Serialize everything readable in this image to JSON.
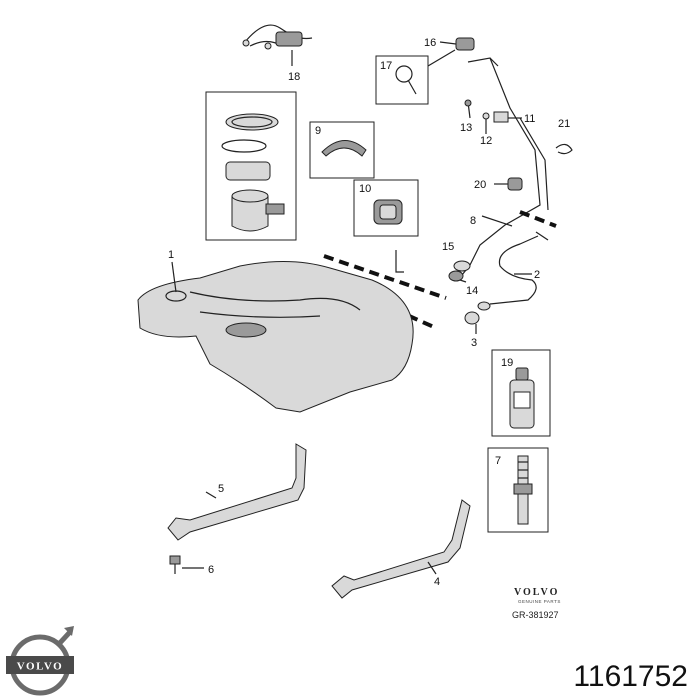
{
  "callouts": {
    "c1": "1",
    "c2": "2",
    "c3": "3",
    "c4": "4",
    "c5": "5",
    "c6": "6",
    "c7": "7",
    "c8": "8",
    "c9": "9",
    "c10": "10",
    "c11": "11",
    "c12": "12",
    "c13": "13",
    "c14": "14",
    "c15": "15",
    "c16": "16",
    "c17": "17",
    "c18": "18",
    "c19": "19",
    "c20": "20",
    "c21": "21"
  },
  "brand": {
    "wordmark": "VOLVO",
    "subtitle": "GENUINE PARTS",
    "diagram_code": "GR-381927"
  },
  "corner_logo": {
    "wordmark": "VOLVO"
  },
  "part_number": "1161752",
  "colors": {
    "line": "#222222",
    "part_fill": "#d9d9d9",
    "background": "#ffffff"
  }
}
